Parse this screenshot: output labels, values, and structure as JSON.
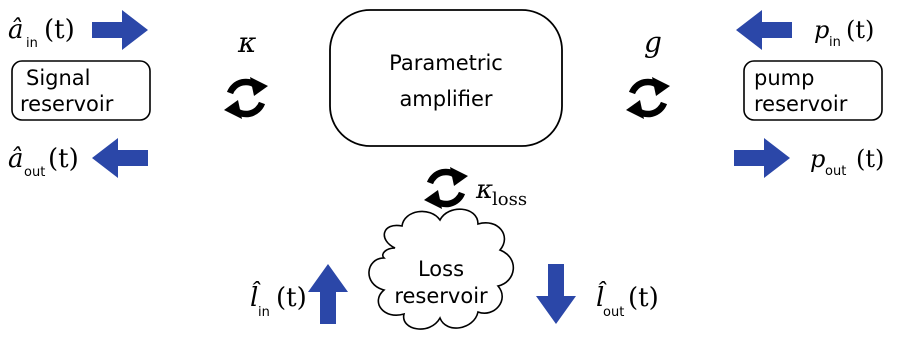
{
  "colors": {
    "arrow": "#2b47a8",
    "stroke": "#000000",
    "background": "#ffffff"
  },
  "boxes": {
    "signal_reservoir": {
      "line1": "Signal",
      "line2": "reservoir"
    },
    "parametric_amplifier": {
      "line1": "Parametric",
      "line2": "amplifier"
    },
    "pump_reservoir": {
      "line1": "pump",
      "line2": "reservoir"
    },
    "loss_reservoir": {
      "line1": "Loss",
      "line2": "reservoir"
    }
  },
  "signals": {
    "a_in": {
      "symbol": "â",
      "subscript": "in",
      "arg": "(t)"
    },
    "a_out": {
      "symbol": "â",
      "subscript": "out",
      "arg": "(t)"
    },
    "p_in": {
      "symbol": "p",
      "subscript": "in",
      "arg": "(t)"
    },
    "p_out": {
      "symbol": "p",
      "subscript": "out",
      "arg": "(t)"
    },
    "l_in": {
      "symbol": "l̂",
      "subscript": "in",
      "arg": "(t)"
    },
    "l_out": {
      "symbol": "l̂",
      "subscript": "out",
      "arg": "(t)"
    }
  },
  "couplings": {
    "kappa": "κ",
    "g": "g",
    "kappa_loss": {
      "symbol": "κ",
      "subscript": "loss"
    }
  },
  "icons": {
    "exchange": "rotate-arrows-icon",
    "flow": "thick-arrow-icon"
  }
}
